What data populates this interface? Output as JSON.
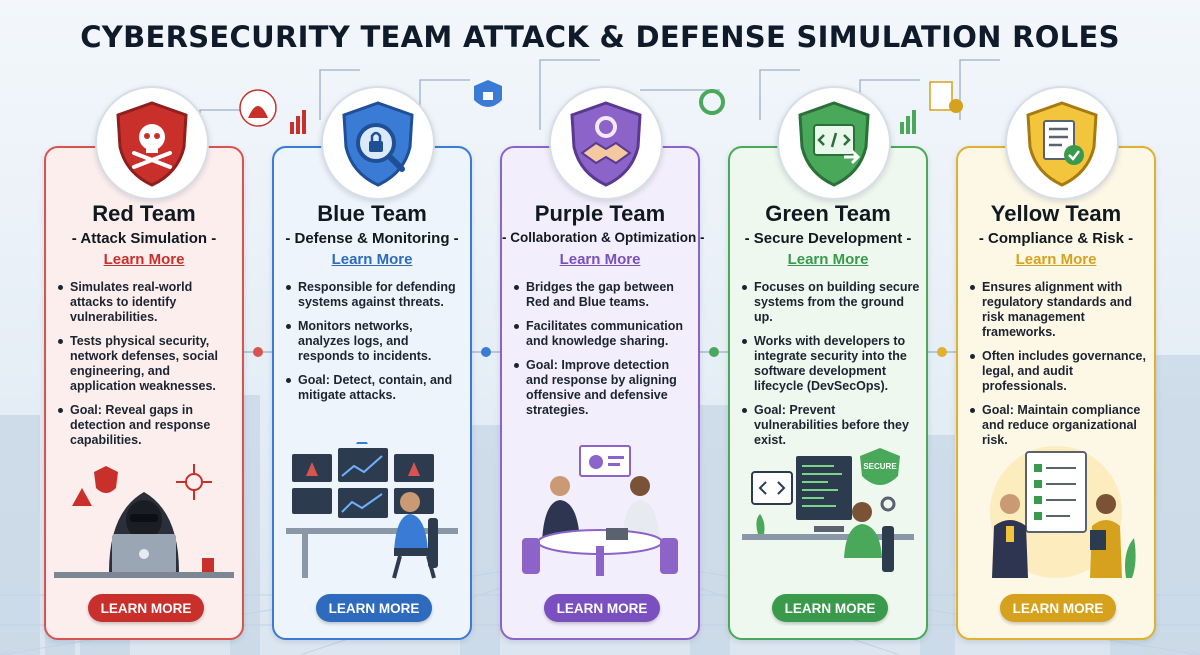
{
  "page": {
    "title": "CYBERSECURITY TEAM ATTACK & DEFENSE SIMULATION ROLES"
  },
  "colors": {
    "red": "#c9302c",
    "blue": "#2e6bbf",
    "purple": "#7a4fc0",
    "green": "#3a9a4c",
    "yellow": "#d6a21e"
  },
  "teams": [
    {
      "name": "Red Team",
      "subtitle": "- Attack Simulation -",
      "link": "Learn More",
      "bullets": [
        "Simulates real-world attacks to identify vulnerabilities.",
        "Tests physical security, network defenses, social engineering, and application weaknesses.",
        "Goal: Reveal gaps in detection and response capabilities."
      ],
      "button": "LEARN MORE",
      "emblem_icon": "skull-crossbones-shield-icon",
      "illustration": "hooded-hacker-illustration"
    },
    {
      "name": "Blue Team",
      "subtitle": "- Defense & Monitoring -",
      "link": "Learn More",
      "bullets": [
        "Responsible for defending systems against threats.",
        "Monitors networks, analyzes logs, and responds to incidents.",
        "Goal: Detect, contain, and mitigate attacks."
      ],
      "button": "LEARN MORE",
      "emblem_icon": "lock-magnifier-shield-icon",
      "illustration": "security-operations-analyst-illustration"
    },
    {
      "name": "Purple Team",
      "subtitle": "- Collaboration & Optimization -",
      "link": "Learn More",
      "bullets": [
        "Bridges the gap between Red and Blue teams.",
        "Facilitates communication and knowledge sharing.",
        "Goal: Improve detection and response by aligning offensive and defensive strategies."
      ],
      "button": "LEARN MORE",
      "emblem_icon": "handshake-gear-shield-icon",
      "illustration": "team-meeting-illustration"
    },
    {
      "name": "Green Team",
      "subtitle": "- Secure Development -",
      "link": "Learn More",
      "bullets": [
        "Focuses on building secure systems from the ground up.",
        "Works with developers to integrate security into the software development lifecycle (DevSecOps).",
        "Goal: Prevent vulnerabilities before they exist."
      ],
      "button": "LEARN MORE",
      "emblem_icon": "code-window-shield-icon",
      "illustration": "developer-secure-code-illustration",
      "illustration_badge": "SECURE"
    },
    {
      "name": "Yellow Team",
      "subtitle": "- Compliance & Risk -",
      "link": "Learn More",
      "bullets": [
        "Ensures alignment with regulatory standards and risk management frameworks.",
        "Often includes governance, legal, and audit professionals.",
        "Goal: Maintain compliance and reduce organizational risk."
      ],
      "button": "LEARN MORE",
      "emblem_icon": "checklist-shield-icon",
      "illustration": "compliance-auditors-illustration"
    }
  ]
}
